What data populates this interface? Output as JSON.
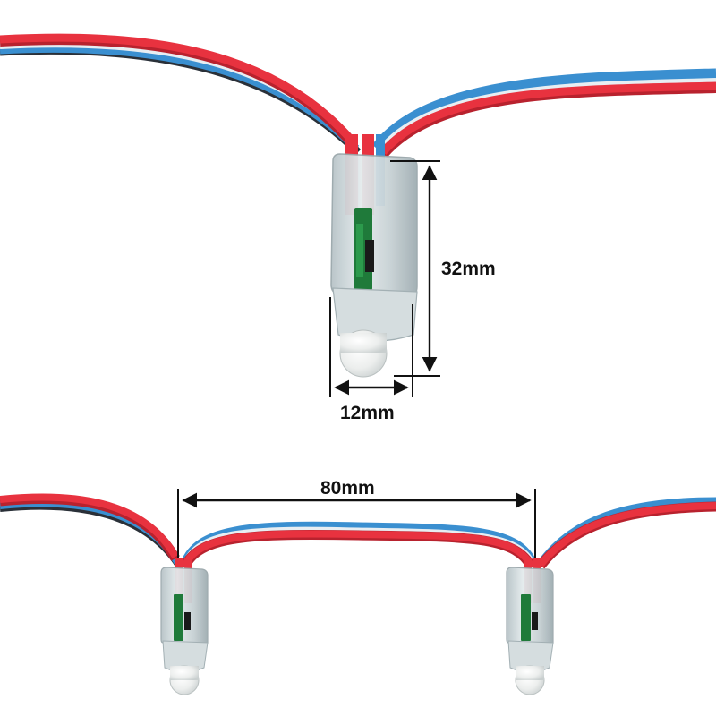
{
  "dimensions": {
    "height_label": "32mm",
    "width_label": "12mm",
    "spacing_label": "80mm"
  },
  "colors": {
    "wire_red": "#e8323f",
    "wire_red_dark": "#b8222e",
    "wire_blue": "#3a8fd0",
    "wire_white": "#e8eef2",
    "wire_black": "#2a3038",
    "housing": "#c9d3d6",
    "housing_edge": "#9aa7ab",
    "pcb_green": "#1f7a3a",
    "led_dome": "#f2f3f2",
    "dimension_line": "#111111"
  }
}
